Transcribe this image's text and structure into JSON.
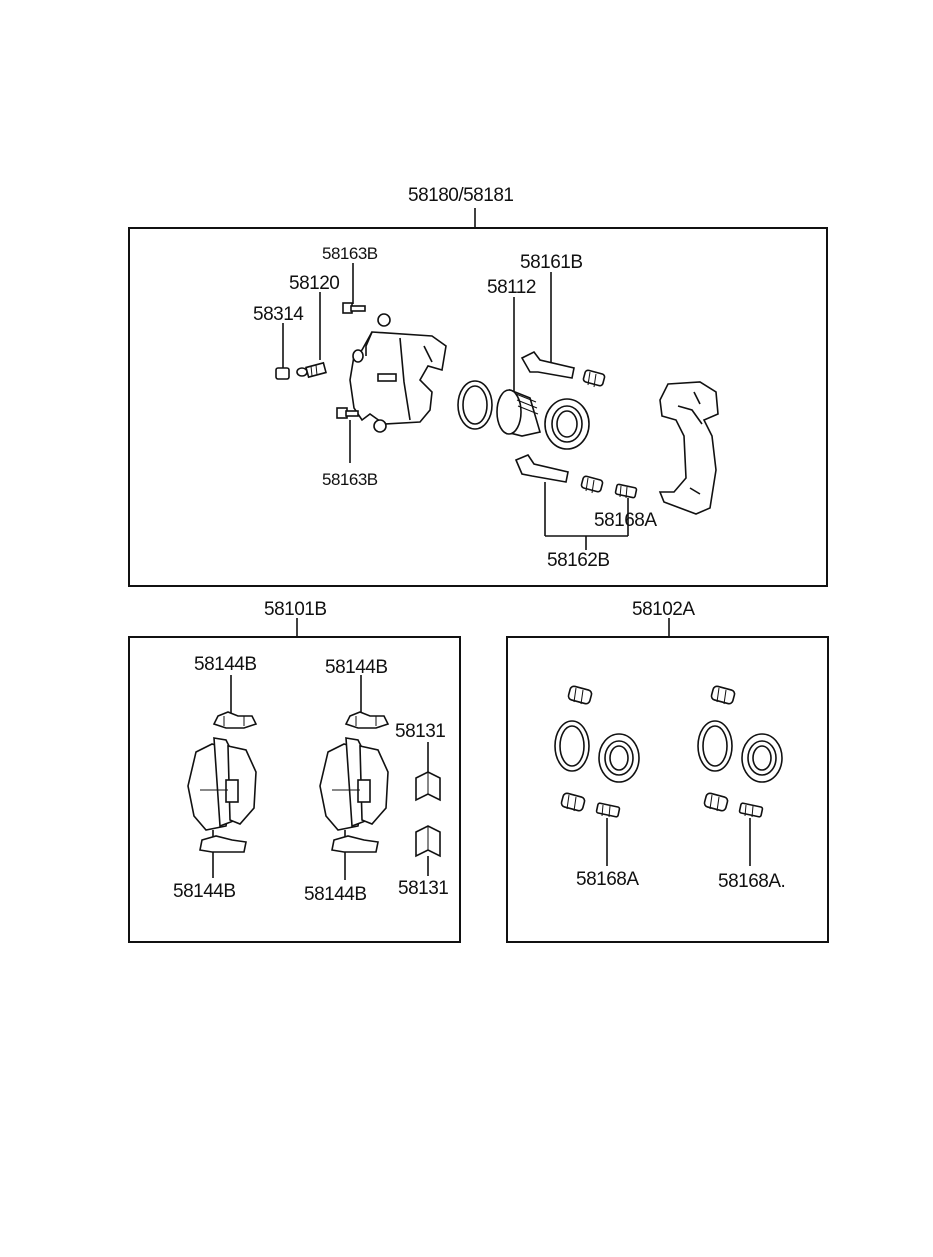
{
  "assembly": {
    "caliper_assy_label": "58180/58181",
    "labels": {
      "bolt_upper": "58163B",
      "bleeder": "58120",
      "cap": "58314",
      "bolt_lower": "58163B",
      "piston": "58112",
      "guide_pin_upper": "58161B",
      "guide_pin_lower": "58162B",
      "boot": "58168A"
    }
  },
  "pad_kit": {
    "title": "58101B",
    "labels": {
      "clip_top_left": "58144B",
      "clip_top_right": "58144B",
      "clip_bottom_left": "58144B",
      "clip_bottom_right": "58144B",
      "shim_top": "58131",
      "shim_bottom": "58131"
    }
  },
  "seal_kit": {
    "title": "58102A",
    "labels": {
      "boot_left": "58168A",
      "boot_right": "58168A."
    }
  }
}
